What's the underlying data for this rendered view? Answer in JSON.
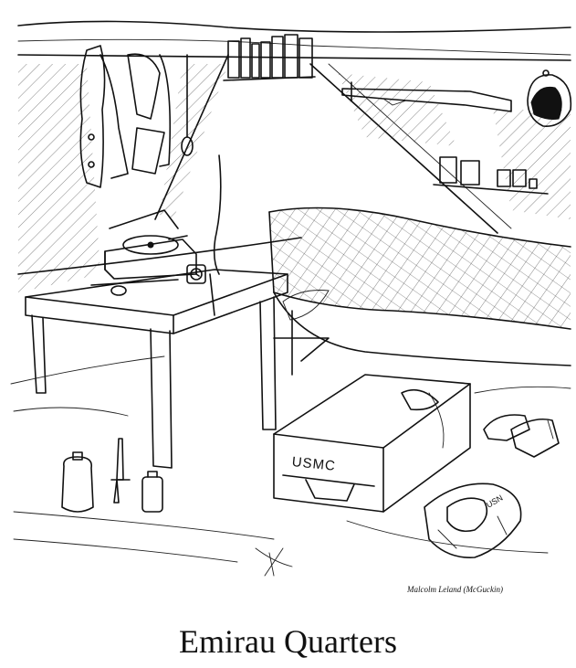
{
  "caption": "Emirau Quarters",
  "signature": "Malcolm Leland (McGuckin)",
  "footlocker_label": "USMC",
  "lifevest_label": "USN"
}
